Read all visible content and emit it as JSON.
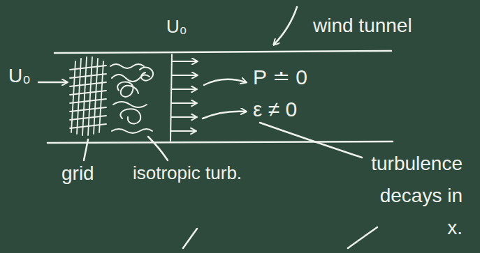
{
  "diagram": {
    "labels": [
      "U₀",
      "U₀",
      "wind tunnel",
      "P ≐ 0",
      "ε ≠ 0",
      "turbulence decays in x.",
      "grid",
      "isotropic turb."
    ]
  }
}
